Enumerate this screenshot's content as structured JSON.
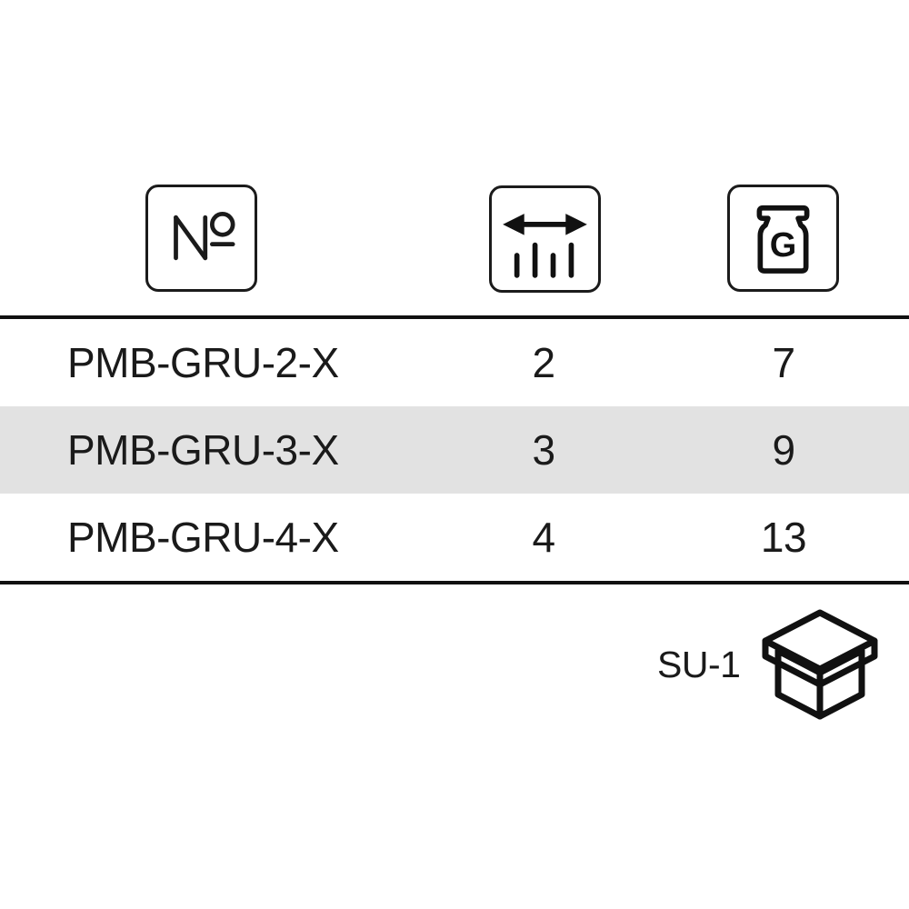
{
  "document": {
    "type": "product-specification-table",
    "background_color": "#ffffff",
    "text_color": "#1a1a1a",
    "rule_color": "#111111",
    "shaded_row_color": "#e2e2e2"
  },
  "table": {
    "columns": [
      {
        "key": "model",
        "icon": "numero-icon",
        "icon_glyph": "№",
        "header_label": "",
        "align": "left"
      },
      {
        "key": "width",
        "icon": "width-arrow-bars-icon",
        "header_label": "",
        "align": "center"
      },
      {
        "key": "weight",
        "icon": "weight-jar-g-icon",
        "icon_letter": "G",
        "header_label": "",
        "align": "center"
      }
    ],
    "rows": [
      {
        "model": "PMB-GRU-2-X",
        "width": "2",
        "weight": "7",
        "shaded": false
      },
      {
        "model": "PMB-GRU-3-X",
        "width": "3",
        "weight": "9",
        "shaded": true
      },
      {
        "model": "PMB-GRU-4-X",
        "width": "4",
        "weight": "13",
        "shaded": false
      }
    ]
  },
  "footer": {
    "packaging_label": "SU-1",
    "packaging_icon": "box-with-lid-icon"
  }
}
